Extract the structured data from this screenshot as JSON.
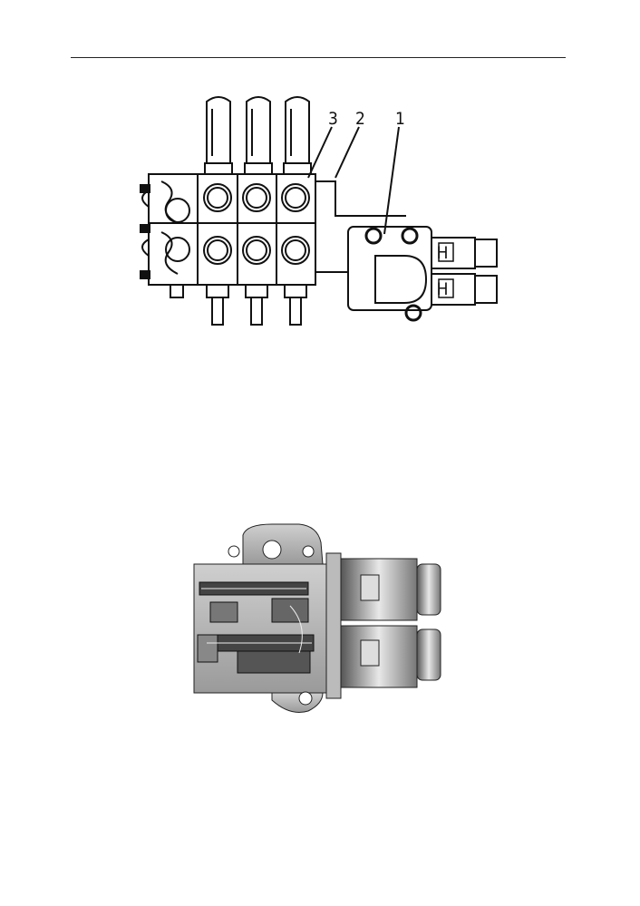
{
  "callouts": {
    "c1": "1",
    "c2": "2",
    "c3": "3"
  },
  "solenoid_labels": {
    "upper": "H",
    "lower": "H"
  },
  "colors": {
    "ink": "#111111",
    "shade": "#8a8a8a",
    "paper": "#ffffff"
  }
}
